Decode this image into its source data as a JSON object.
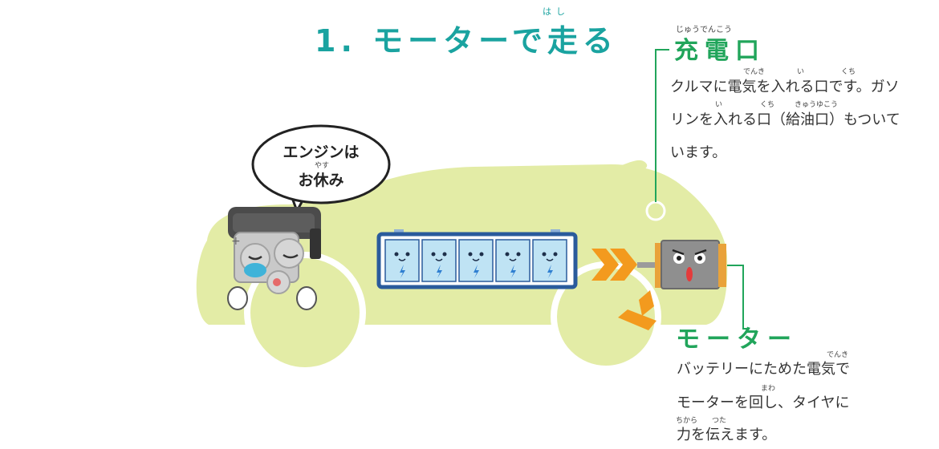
{
  "title": {
    "text": "1. モーターで走る",
    "ruby": "はし"
  },
  "charging_port": {
    "heading": "充電口",
    "heading_ruby": "じゅうでんこう",
    "lines": [
      "クルマに電気を入れる口です。ガソ",
      "リンを入れる口（給油口）もついて",
      "います。"
    ],
    "rubies": [
      "でんき",
      "い",
      "くち",
      "い",
      "くち",
      "きゅうゆこう"
    ]
  },
  "motor": {
    "heading": "モーター",
    "lines": [
      "バッテリーにためた電気で",
      "モーターを回し、タイヤに",
      "力を伝えます。"
    ],
    "rubies": [
      "でんき",
      "まわ",
      "ちから",
      "つた"
    ]
  },
  "bubble": {
    "line1": "エンジンは",
    "ruby": "やす",
    "line2": "お休み"
  },
  "colors": {
    "title": "#1aa3a0",
    "heading": "#21a55b",
    "car_body": "#e3eca6",
    "battery_frame": "#2a5b9c",
    "battery_cell": "#bfe3f4",
    "arrow": "#f39a1e",
    "callout_line": "#21a55b"
  },
  "icons": [
    "engine-character-icon",
    "battery-icon",
    "motor-character-icon",
    "speech-bubble-icon",
    "double-chevron-icon"
  ]
}
